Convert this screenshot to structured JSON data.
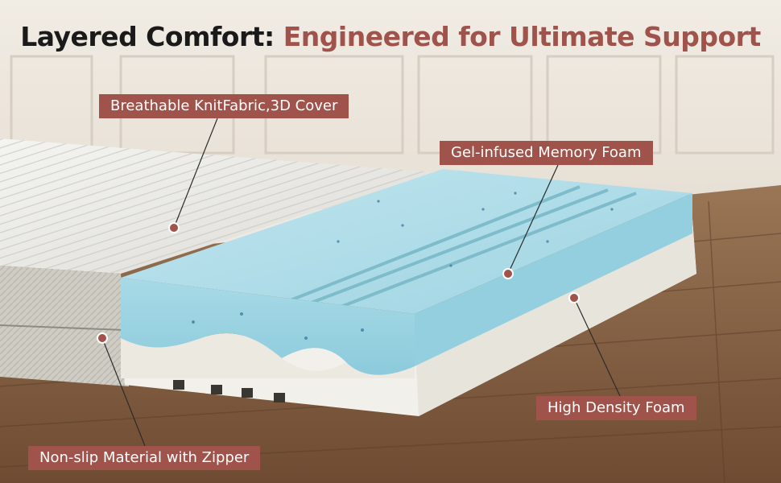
{
  "headline": {
    "lead": "Layered Comfort:",
    "accent": "Engineered for Ultimate Support"
  },
  "callouts": {
    "cover": "Breathable KnitFabric,3D Cover",
    "gel_foam": "Gel-infused Memory Foam",
    "high_density": "High Density Foam",
    "non_slip": "Non-slip Material with Zipper"
  },
  "colors": {
    "accent": "#a0534a",
    "headline_dark": "#1a1a1a",
    "gel_foam": "#a9dbe7",
    "base_foam": "#f1efe9",
    "floor": "#8a6444",
    "wall": "#ece6dd"
  }
}
